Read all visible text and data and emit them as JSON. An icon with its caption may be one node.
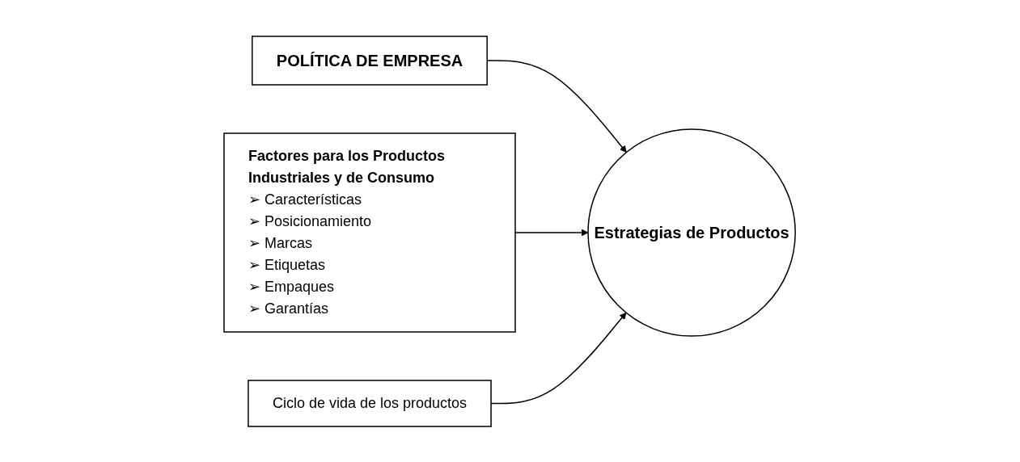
{
  "diagram": {
    "nodes": [
      {
        "text": [
          "POLÍTICA DE EMPRESA"
        ]
      },
      {
        "text": [
          "Factores para los Productos Industriales y de Consumo",
          "➢ Características",
          "➢ Posicionamiento",
          "➢ Marcas",
          "➢ Etiquetas",
          "➢ Empaques",
          "➢ Garantías"
        ]
      },
      {
        "text": [
          "Estrategias de Productos"
        ]
      },
      {
        "text": [
          "Ciclo de vida de los productos"
        ]
      }
    ],
    "edges": [
      {
        "from": 0,
        "to": 2,
        "arrow": "to"
      },
      {
        "from": 1,
        "to": 2,
        "arrow": "to"
      },
      {
        "from": 3,
        "to": 2,
        "arrow": "to"
      }
    ]
  }
}
